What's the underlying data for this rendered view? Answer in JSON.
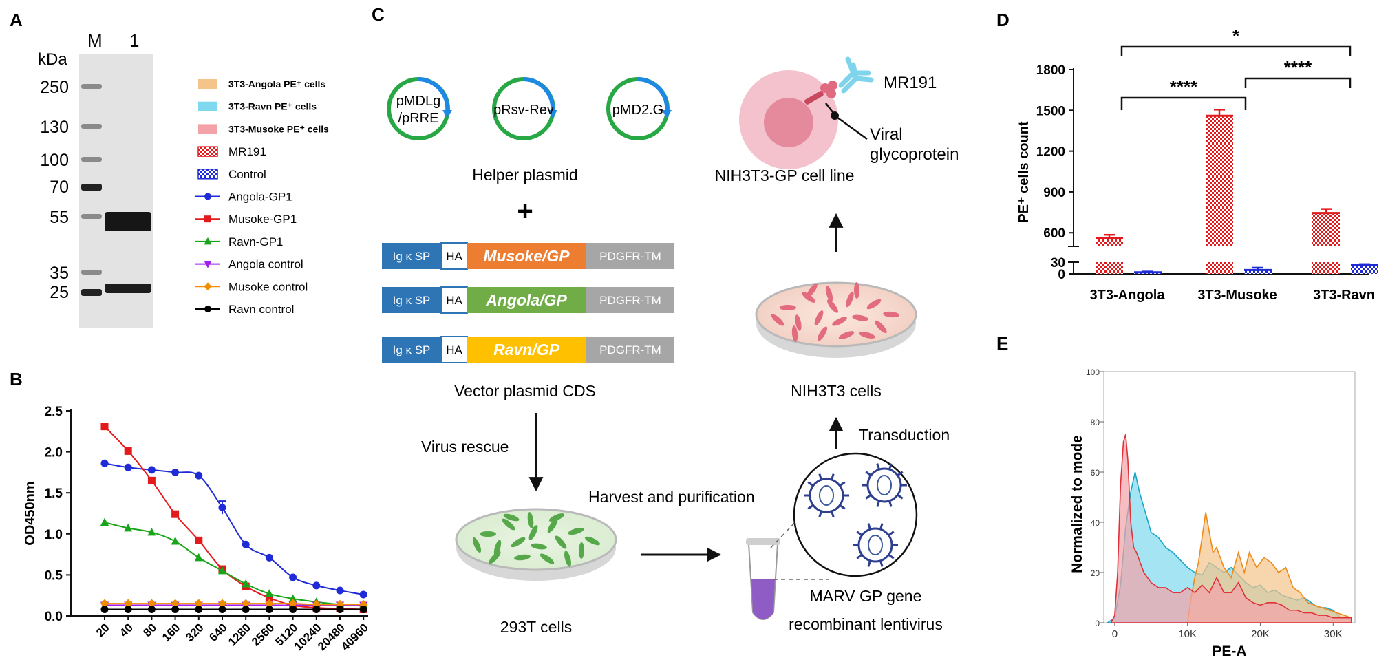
{
  "panel_letters": {
    "a": "A",
    "b": "B",
    "c": "C",
    "d": "D",
    "e": "E"
  },
  "colors": {
    "angola": "#1f2bd6",
    "musoke": "#e31a1c",
    "ravn": "#19a519",
    "angola_ctrl": "#a020f0",
    "musoke_ctrl": "#f28c00",
    "ravn_ctrl": "#000000",
    "fill_angola": "#f5c48a",
    "fill_ravn": "#7fd9ee",
    "fill_musoke": "#f3a3a8",
    "blue_box": "#2e75b6",
    "orange_box": "#ed7d31",
    "green_box": "#70ad47",
    "yellow_box": "#ffc000",
    "gray_box": "#a6a6a6",
    "plasmid_green": "#28a745",
    "plasmid_blue": "#1e88e5"
  },
  "panel_a": {
    "unit": "kDa",
    "lane_m": "M",
    "lane_1": "1",
    "markers": [
      "250",
      "130",
      "100",
      "70",
      "55",
      "35",
      "25"
    ]
  },
  "legend": [
    {
      "label": "3T3-Angola PE⁺ cells",
      "kind": "fill",
      "color": "#f5c48a"
    },
    {
      "label": "3T3-Ravn PE⁺ cells",
      "kind": "fill",
      "color": "#7fd9ee"
    },
    {
      "label": "3T3-Musoke PE⁺ cells",
      "kind": "fill",
      "color": "#f3a3a8"
    },
    {
      "label": "MR191",
      "kind": "hatch-red"
    },
    {
      "label": "Control",
      "kind": "hatch-blue"
    },
    {
      "label": "Angola-GP1",
      "kind": "line",
      "color": "#1f2bd6",
      "marker": "circle"
    },
    {
      "label": "Musoke-GP1",
      "kind": "line",
      "color": "#e31a1c",
      "marker": "square"
    },
    {
      "label": "Ravn-GP1",
      "kind": "line",
      "color": "#19a519",
      "marker": "triangle-up"
    },
    {
      "label": "Angola control",
      "kind": "line",
      "color": "#a020f0",
      "marker": "triangle-down"
    },
    {
      "label": "Musoke control",
      "kind": "line",
      "color": "#f28c00",
      "marker": "diamond"
    },
    {
      "label": "Ravn control",
      "kind": "line",
      "color": "#000000",
      "marker": "circle"
    }
  ],
  "panel_c": {
    "plasmids": [
      "pMDLg\n/pRRE",
      "pRsv-Rev",
      "pMD2.G"
    ],
    "helper_label": "Helper plasmid",
    "plus": "+",
    "constructs": [
      {
        "sp": "Ig κ SP",
        "ha": "HA",
        "gp": "Musoke/GP",
        "tm": "PDGFR-TM",
        "color": "#ed7d31"
      },
      {
        "sp": "Ig κ SP",
        "ha": "HA",
        "gp": "Angola/GP",
        "tm": "PDGFR-TM",
        "color": "#70ad47"
      },
      {
        "sp": "Ig κ SP",
        "ha": "HA",
        "gp": "Ravn/GP",
        "tm": "PDGFR-TM",
        "color": "#ffc000"
      }
    ],
    "vector_label": "Vector plasmid CDS",
    "virus_rescue": "Virus rescue",
    "cells_293t": "293T cells",
    "harvest": "Harvest and purification",
    "lentivirus_line1": "MARV GP gene",
    "lentivirus_line2": "recombinant lentivirus",
    "transduction": "Transduction",
    "nih3t3": "NIH3T3 cells",
    "nih3t3_gp": "NIH3T3-GP cell line",
    "mr191": "MR191",
    "viral_line1": "Viral",
    "viral_line2": "glycoprotein"
  },
  "chart_data": [
    {
      "panel": "B",
      "type": "line",
      "ylabel": "OD450nm",
      "xlabel": "",
      "ylim": [
        0,
        2.5
      ],
      "yticks": [
        "0.0",
        "0.5",
        "1.0",
        "1.5",
        "2.0",
        "2.5"
      ],
      "categories": [
        "20",
        "40",
        "80",
        "160",
        "320",
        "640",
        "1280",
        "2560",
        "5120",
        "10240",
        "20480",
        "40960"
      ],
      "series": [
        {
          "name": "Angola-GP1",
          "color": "#1f2bd6",
          "marker": "circle",
          "values": [
            1.86,
            1.81,
            1.78,
            1.75,
            1.71,
            1.32,
            0.87,
            0.71,
            0.47,
            0.37,
            0.31,
            0.26
          ]
        },
        {
          "name": "Musoke-GP1",
          "color": "#e31a1c",
          "marker": "square",
          "values": [
            2.31,
            2.01,
            1.65,
            1.24,
            0.92,
            0.57,
            0.36,
            0.22,
            0.13,
            0.1,
            0.09,
            0.08
          ]
        },
        {
          "name": "Ravn-GP1",
          "color": "#19a519",
          "marker": "triangle-up",
          "values": [
            1.14,
            1.07,
            1.02,
            0.91,
            0.71,
            0.55,
            0.39,
            0.27,
            0.21,
            0.17,
            0.14,
            0.13
          ]
        },
        {
          "name": "Angola control",
          "color": "#a020f0",
          "marker": "triangle-down",
          "values": [
            0.13,
            0.13,
            0.13,
            0.13,
            0.13,
            0.13,
            0.13,
            0.13,
            0.13,
            0.13,
            0.13,
            0.13
          ]
        },
        {
          "name": "Musoke control",
          "color": "#f28c00",
          "marker": "diamond",
          "values": [
            0.15,
            0.15,
            0.15,
            0.15,
            0.15,
            0.15,
            0.15,
            0.15,
            0.15,
            0.14,
            0.14,
            0.14
          ]
        },
        {
          "name": "Ravn control",
          "color": "#000000",
          "marker": "circle",
          "values": [
            0.08,
            0.08,
            0.08,
            0.08,
            0.08,
            0.08,
            0.08,
            0.08,
            0.08,
            0.08,
            0.08,
            0.08
          ]
        }
      ],
      "error_bars": [
        {
          "series": "Angola-GP1",
          "index": 5,
          "err": 0.08
        }
      ]
    },
    {
      "panel": "D",
      "type": "bar",
      "ylabel": "PE⁺ cells count",
      "axis_break": true,
      "lower_segment": {
        "range": [
          0,
          30
        ],
        "ticks": [
          "0",
          "30"
        ]
      },
      "upper_segment": {
        "range": [
          500,
          1800
        ],
        "ticks": [
          "600",
          "900",
          "1200",
          "1500",
          "1800"
        ]
      },
      "categories": [
        "3T3-Angola",
        "3T3-Musoke",
        "3T3-Ravn"
      ],
      "series": [
        {
          "name": "MR191",
          "pattern": "hatch-red",
          "values": [
            560,
            1460,
            745
          ],
          "errors": [
            25,
            45,
            30
          ]
        },
        {
          "name": "Control",
          "pattern": "hatch-blue",
          "values": [
            4,
            10,
            22
          ],
          "errors": [
            2,
            6,
            3
          ]
        }
      ],
      "significance": [
        {
          "from": 0,
          "to": 1,
          "label": "****"
        },
        {
          "from": 1,
          "to": 2,
          "label": "****"
        },
        {
          "from": 0,
          "to": 2,
          "label": "*"
        }
      ]
    },
    {
      "panel": "E",
      "type": "area",
      "xlabel": "PE-A",
      "ylabel": "Normalized to mode",
      "xlim": [
        -1500,
        33000
      ],
      "ylim": [
        0,
        100
      ],
      "xticks": [
        {
          "v": 0,
          "label": "0"
        },
        {
          "v": 10000,
          "label": "10K"
        },
        {
          "v": 20000,
          "label": "20K"
        },
        {
          "v": 30000,
          "label": "30K"
        }
      ],
      "yticks": [
        "0",
        "20",
        "40",
        "60",
        "80",
        "100"
      ],
      "series": [
        {
          "name": "3T3-Ravn PE⁺ cells",
          "fill": "#7fd9ee",
          "stroke": "#1aa6c9",
          "x": [
            -1000,
            0,
            800,
            1500,
            2200,
            2800,
            3400,
            4200,
            5000,
            6000,
            7000,
            8000,
            9000,
            10000,
            11000,
            12000,
            13000,
            14000,
            15000,
            16000,
            17000,
            18000,
            19000,
            20000,
            21000,
            22000,
            23000,
            24000,
            25000,
            26000,
            27000,
            28000,
            29000,
            30000,
            31000,
            32500
          ],
          "y": [
            0,
            2,
            15,
            38,
            52,
            60,
            52,
            44,
            36,
            34,
            30,
            28,
            25,
            22,
            20,
            19,
            24,
            22,
            20,
            22,
            19,
            16,
            14,
            15,
            12,
            13,
            11,
            10,
            9,
            10,
            8,
            6,
            6,
            5,
            2,
            2
          ]
        },
        {
          "name": "3T3-Angola PE⁺ cells",
          "fill": "#f5c48a",
          "stroke": "#ef8a1a",
          "x": [
            10000,
            10500,
            11000,
            11500,
            12000,
            12500,
            13000,
            13500,
            14000,
            15000,
            16000,
            17000,
            17800,
            18500,
            19500,
            20500,
            21500,
            22500,
            23500,
            24500,
            25500,
            26500,
            27500,
            28500,
            29500,
            30500,
            31500,
            32500
          ],
          "y": [
            0,
            10,
            18,
            24,
            34,
            44,
            36,
            28,
            30,
            22,
            18,
            28,
            20,
            28,
            22,
            26,
            24,
            20,
            22,
            14,
            12,
            8,
            7,
            6,
            5,
            4,
            3,
            2
          ]
        },
        {
          "name": "3T3-Musoke PE⁺ cells",
          "fill": "#f3a3a8",
          "stroke": "#e0303a",
          "x": [
            -500,
            0,
            400,
            800,
            1200,
            1500,
            1800,
            2200,
            2600,
            3000,
            4000,
            5000,
            6000,
            7000,
            8000,
            9000,
            10000,
            11000,
            12000,
            13000,
            14000,
            15000,
            16000,
            17000,
            18000,
            19000,
            20000,
            21000,
            22000,
            23000,
            24000,
            25000,
            26000,
            27000,
            28000,
            29000,
            30000,
            31000,
            32500
          ],
          "y": [
            0,
            3,
            20,
            55,
            72,
            75,
            65,
            40,
            30,
            28,
            20,
            16,
            14,
            14,
            12,
            12,
            14,
            12,
            15,
            12,
            18,
            12,
            12,
            16,
            10,
            8,
            7,
            8,
            8,
            7,
            5,
            5,
            4,
            4,
            3,
            3,
            2,
            2,
            2
          ]
        }
      ]
    }
  ]
}
